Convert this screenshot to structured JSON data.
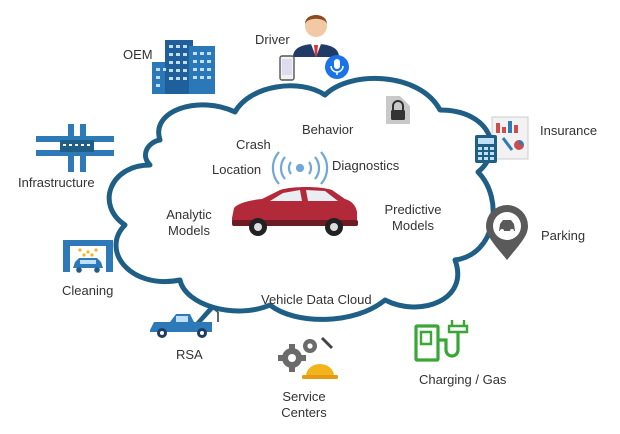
{
  "cloud": {
    "title": "Vehicle Data Cloud"
  },
  "cloud_labels": {
    "crash": "Crash",
    "behavior": "Behavior",
    "location": "Location",
    "diagnostics": "Diagnostics",
    "analytic_models": [
      "Analytic",
      "Models"
    ],
    "predictive_models": [
      "Predictive",
      "Models"
    ]
  },
  "stakeholders": {
    "oem": "OEM",
    "driver": "Driver",
    "insurance": "Insurance",
    "infrastructure": "Infrastructure",
    "parking": "Parking",
    "cleaning": "Cleaning",
    "rsa": "RSA",
    "service_centers": [
      "Service",
      "Centers"
    ],
    "charging_gas": "Charging / Gas"
  },
  "colors": {
    "cloud_outline": "#1f5f85",
    "car_body": "#b22a3a",
    "building": "#2472b4",
    "icon_blue": "#2e7ab8",
    "charging_green": "#3aa635",
    "gear_gray": "#6b6b6b",
    "helmet_yellow": "#f2b31b",
    "mic_blue": "#1a73e8"
  }
}
